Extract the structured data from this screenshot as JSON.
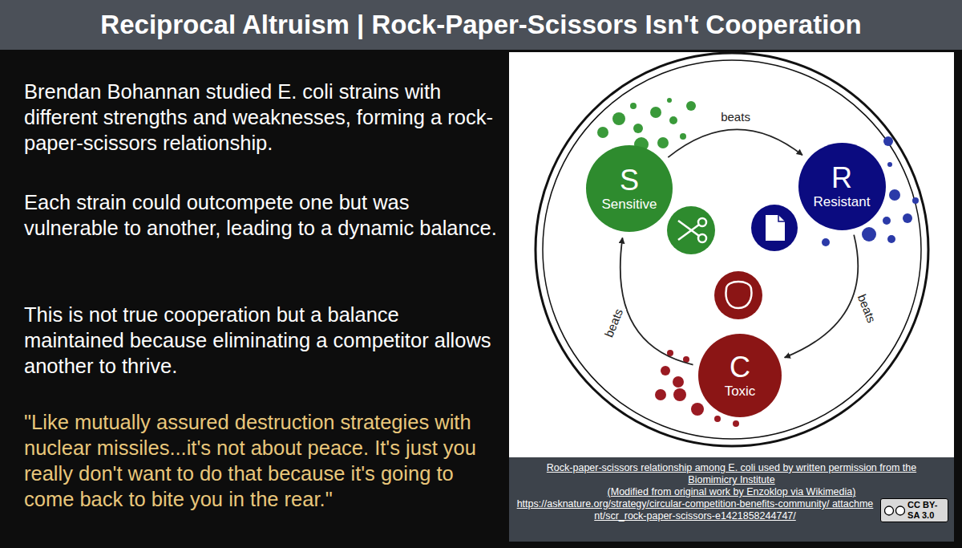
{
  "diagram": {
    "title": "Reciprocal Altruism | Rock-Paper-Scissors Isn't Cooperation",
    "caption": "Rock-paper-scissors relationship among E. coli used by written permission from the Biomimicry Institute",
    "nodes": [
      {
        "text": [
          "S",
          "Sensitive"
        ]
      },
      {
        "text": [
          "R",
          "Resistant"
        ]
      },
      {
        "text": [
          "C",
          "Toxic"
        ]
      }
    ],
    "edges": [
      {
        "from": 0,
        "to": 1,
        "arrow": "to",
        "label": "beats"
      },
      {
        "from": 1,
        "to": 2,
        "arrow": "to",
        "label": "beats"
      },
      {
        "from": 2,
        "to": 0,
        "arrow": "to",
        "label": "beats"
      }
    ],
    "labels": [
      "Brendan Bohannan studied E. coli strains with different strengths and weaknesses, forming a rock-paper-scissors relationship.",
      "Each strain could outcompete one but was vulnerable to another, leading to a dynamic balance.",
      "This is not true cooperation but a balance maintained because eliminating a competitor allows another to thrive.",
      "\"Like mutually assured destruction strategies with nuclear missiles...it's not about peace.  It's just you really don't want to do that because it's going to come back to bite you in the rear.\"",
      "(Modified from original work by Enzoklop via Wikimedia)",
      "https://asknature.org/strategy/circular-competition-benefits-community/ attachment/scr_rock-paper-scissors-e1421858244747/",
      "CC BY-SA 3.0"
    ]
  }
}
